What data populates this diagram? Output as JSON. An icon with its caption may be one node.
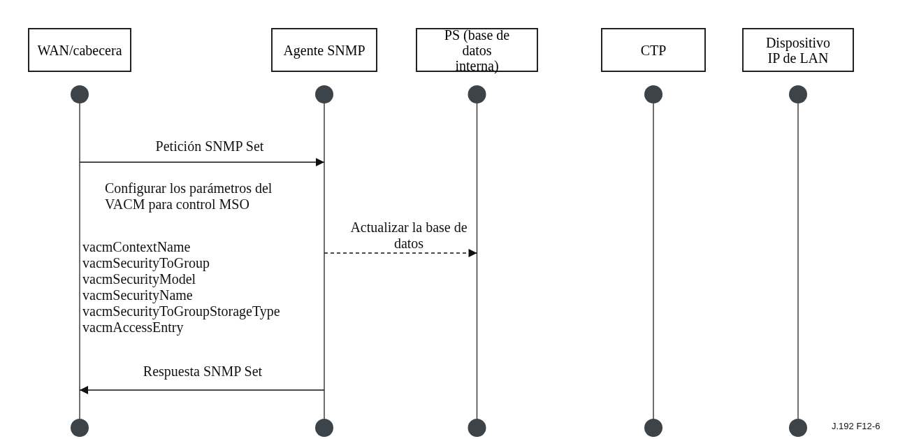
{
  "diagram": {
    "nodes": [
      {
        "text": [
          "WAN/cabecera"
        ]
      },
      {
        "text": [
          "Agente SNMP"
        ]
      },
      {
        "text": [
          "PS (base de datos interna)"
        ]
      },
      {
        "text": [
          "CTP"
        ]
      },
      {
        "text": [
          "Dispositivo IP de LAN"
        ]
      }
    ],
    "edges": [
      {
        "from": 0,
        "to": 1,
        "arrow": "to",
        "label": "Petición SNMP Set"
      },
      {
        "from": 1,
        "to": 2,
        "arrow": "to",
        "label": "Actualizar la base de datos",
        "style": "dashed"
      },
      {
        "from": 1,
        "to": 0,
        "arrow": "to",
        "label": "Respuesta SNMP Set"
      }
    ],
    "labels": [
      "Configurar los parámetros del VACM para control MSO",
      "vacmContextName",
      "vacmSecurityToGroup",
      "vacmSecurityModel",
      "vacmSecurityName",
      "vacmSecurityToGroupStorageType",
      "vacmAccessEntry",
      "J.192 F12-6"
    ]
  }
}
